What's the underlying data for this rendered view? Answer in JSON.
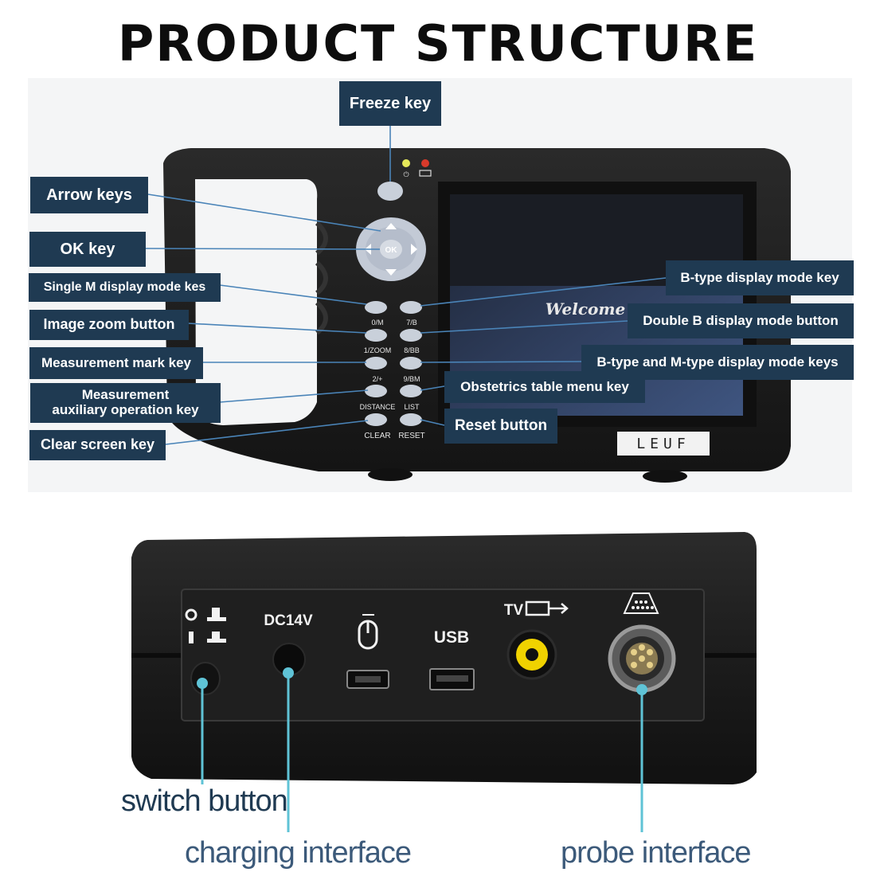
{
  "title": "PRODUCT STRUCTURE",
  "colors": {
    "label_bg": "#1f3a52",
    "label_text": "#ffffff",
    "leader": "#4a84b8",
    "teal": "#5fc3d6",
    "device": "#1b1b1b"
  },
  "front_labels": {
    "freeze": "Freeze key",
    "arrow": "Arrow keys",
    "ok": "OK key",
    "single_m": "Single M display mode kes",
    "zoom": "Image zoom button",
    "measure_mark": "Measurement mark key",
    "measure_aux": "Measurement\nauxiliary operation key",
    "clear": "Clear screen key",
    "b_type": "B-type display mode key",
    "double_b": "Double B display mode button",
    "bm_type": "B-type and M-type display mode keys",
    "obstetrics": "Obstetrics table menu key",
    "reset": "Reset button"
  },
  "keypad": {
    "ok": "OK",
    "left_keys": [
      "0/M",
      "1/ZOOM",
      "2/+",
      "DISTANCE",
      "CLEAR"
    ],
    "right_keys": [
      "7/B",
      "8/BB",
      "9/BM",
      "LIST",
      "RESET"
    ]
  },
  "screen": {
    "welcome": "Welcome"
  },
  "brand": "LEUF",
  "side_ports": {
    "dc": "DC14V",
    "usb": "USB",
    "tv": "TV"
  },
  "bottom_labels": {
    "switch": "switch button",
    "charging": "charging interface",
    "probe": "probe interface"
  },
  "icons": [
    "power-led-icon",
    "charge-led-icon",
    "power-switch-icon",
    "mouse-icon",
    "tv-output-icon",
    "probe-icon"
  ]
}
